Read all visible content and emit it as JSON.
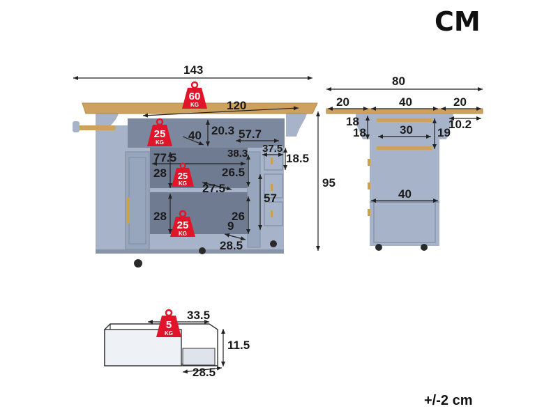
{
  "unit_label": "CM",
  "tolerance": "+/-2 cm",
  "colors": {
    "cabinet": "#a6b3c8",
    "cabinet_dark": "#8794aa",
    "interior": "#6f7b90",
    "wood": "#cda25e",
    "weight_badge": "#e0152a",
    "hardware": "#c9a24a"
  },
  "front_view": {
    "overall_width": "143",
    "top_width": "120",
    "height": "95",
    "top_load": {
      "value": "60",
      "unit": "KG"
    },
    "open_shelf_load": {
      "value": "25",
      "unit": "KG"
    },
    "upper_shelf_load": {
      "value": "25",
      "unit": "KG"
    },
    "lower_shelf_load": {
      "value": "25",
      "unit": "KG"
    },
    "open_shelf_depth": "40",
    "open_shelf_height": "20.3",
    "open_shelf_width": "57.7",
    "cabinet_width": "77.5",
    "cabinet_depth": "38.3",
    "drawer_width": "37.5",
    "drawer_height": "18.5",
    "upper_cabinet_height": "28",
    "lower_cabinet_height": "28",
    "spice_rack_height_upper": "26.5",
    "spice_rack_width": "27.5",
    "drawer_stack_height": "57",
    "spice_rack_height_lower": "26",
    "spice_rack_depth": "9",
    "spice_rack_bottom": "28.5"
  },
  "side_view": {
    "overall_width": "80",
    "left_leaf": "20",
    "center": "40",
    "right_leaf": "20",
    "left_bracket_a": "18",
    "left_bracket_b": "18",
    "towel_rack_width": "30",
    "towel_rack_height": "19",
    "right_overhang": "10.2",
    "body_width": "40"
  },
  "drawer_detail": {
    "width": "33.5",
    "height": "11.5",
    "depth": "28.5",
    "load": {
      "value": "5",
      "unit": "KG"
    }
  }
}
